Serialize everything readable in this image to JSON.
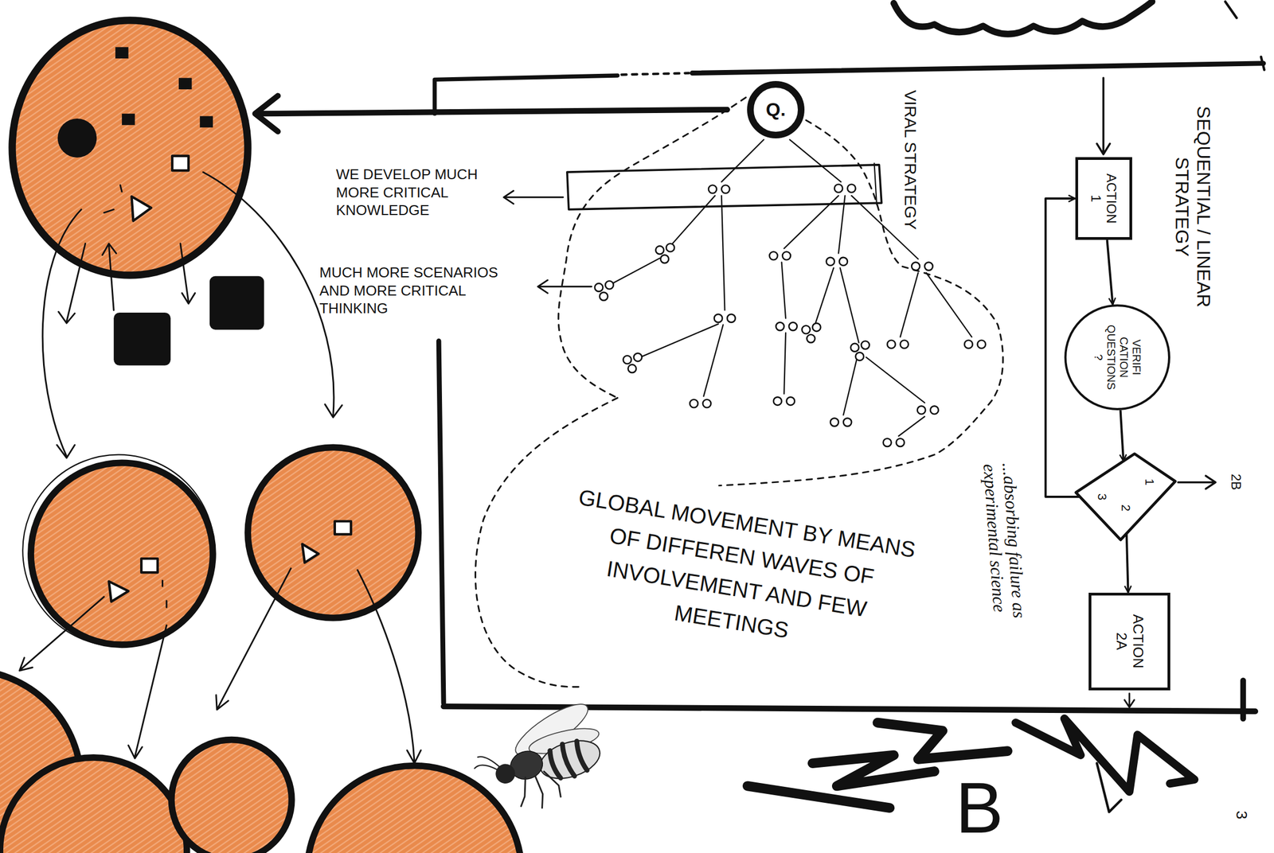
{
  "diagram": {
    "nodes": [
      {
        "text": [
          "Q."
        ]
      },
      {
        "text": [
          "ACTION 1"
        ]
      },
      {
        "text": [
          "VERIFI CATION QUESTIONS ?"
        ]
      },
      {
        "text": [
          "1",
          "2",
          "3"
        ]
      },
      {
        "text": [
          "ACTION 2A"
        ]
      }
    ],
    "edges": [
      {
        "from": 1,
        "to": 2,
        "arrow": "to"
      },
      {
        "from": 2,
        "to": 3,
        "arrow": "to"
      },
      {
        "from": 3,
        "to": 4,
        "arrow": "to"
      },
      {
        "from": 3,
        "to": 1,
        "arrow": "to"
      }
    ],
    "labels": [
      "WE DEVELOP MUCH MORE CRITICAL KNOWLEDGE",
      "MUCH MORE SCENARIOS AND MORE CRITICAL THINKING",
      "VIRAL STRATEGY",
      "GLOBAL MOVEMENT BY MEANS OF DIFFEREN WAVES OF INVOLVEMENT AND FEW MEETINGS",
      "...absorbing failure as experimental science",
      "SEQUENTIAL / LINEAR STRATEGY",
      "2B",
      "B",
      "3"
    ]
  }
}
